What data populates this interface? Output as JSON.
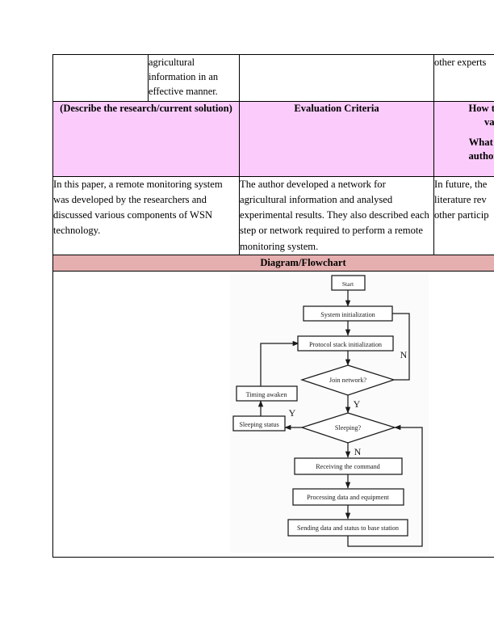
{
  "document": {
    "type": "academic-literature-review-table",
    "page_background": "#ffffff"
  },
  "colors": {
    "heading_row_pink": "#FBCCFB",
    "banner_rose": "#E5AFAF",
    "border": "#000000",
    "figure_background": "#FBFBFB"
  },
  "table": {
    "continuation_row": {
      "col_a": "",
      "col_b": "agricultural information in an effective manner.",
      "col_c": "",
      "col_d": "other experts"
    },
    "heading_row": {
      "col_ab": "(Describe the research/current solution)",
      "col_c": "Evaluation  Criteria",
      "col_d_line1": "How this re",
      "col_d_line2": "valu",
      "col_d_line3": "What is the",
      "col_d_line4": "author in C"
    },
    "body_row": {
      "col_ab": "In this paper, a remote monitoring system was developed by the researchers and discussed various components of WSN technology.",
      "col_c": "The author developed a network for agricultural information and analysed experimental results. They also described each step or network required to perform a remote monitoring system.",
      "col_d_line1": "In future, the",
      "col_d_line2": "literature rev",
      "col_d_line3": "other particip"
    },
    "banner": {
      "label": "Diagram/Flowchart"
    }
  },
  "flowchart": {
    "nodes": {
      "start": "Start",
      "system_initialization": "System initialization",
      "protocol_stack_initialization": "Protocol stack initialization",
      "join_network": "Join network?",
      "timing_awaken": "Timing awaken",
      "sleeping": "Sleeping?",
      "sleeping_status": "Sleeping status",
      "receiving_command": "Receiving the command",
      "processing_data": "Processing data and equipment",
      "sending_data": "Sending data and status to base station"
    },
    "edge_labels": {
      "join_network_no": "N",
      "join_network_yes": "Y",
      "sleeping_yes": "Y",
      "sleeping_no": "N"
    }
  }
}
